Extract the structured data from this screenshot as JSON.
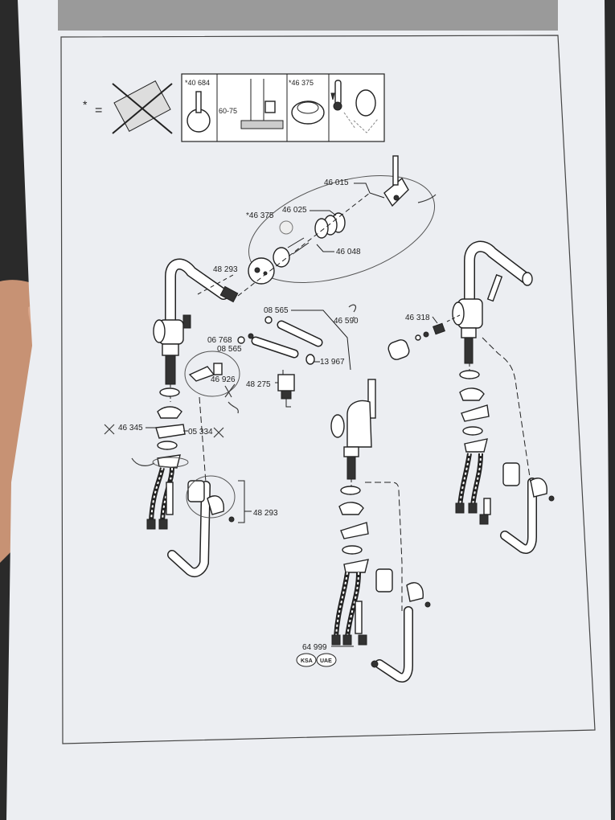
{
  "legend": {
    "asterisk": "*",
    "equals": "=",
    "ref_cartridge_handle": "*40 684",
    "ref_mounting_range": "60-75",
    "ref_cap": "*46 375"
  },
  "parts": {
    "p46015": "46 015",
    "p46025": "46 025",
    "p46375": "*46 375",
    "p46048": "46 048",
    "p48293a": "48 293",
    "p08565a": "08 565",
    "p46590": "46 590",
    "p06768": "06 768",
    "p08565b": "08 565",
    "p13967": "13 967",
    "p46926": "46 926",
    "p48275": "48 275",
    "p46345": "46 345",
    "p05334": "05 334",
    "p48293b": "48 293",
    "p46318": "46 318",
    "p64999": "64 999"
  },
  "badges": [
    "KSA",
    "UAE"
  ],
  "colors": {
    "paper": "#eceef2",
    "ink": "#222222",
    "header_band": "#9a9a9a",
    "background": "#2a2a2a"
  }
}
